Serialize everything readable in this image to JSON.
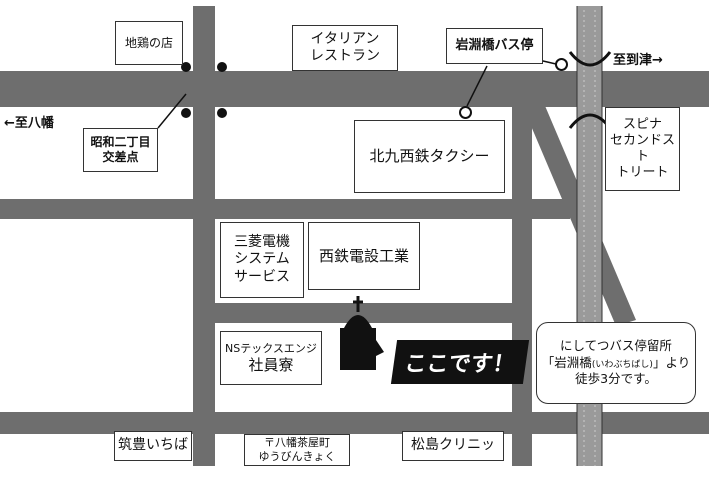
{
  "directions": {
    "yahata": "←至八幡",
    "tsu": "至到津→"
  },
  "landmarks": {
    "chikei_shop": "地鶏の店",
    "italian": "イタリアン\nレストラン",
    "bus_stop": "岩淵橋バス停",
    "intersection": "昭和二丁目\n交差点",
    "taxi": "北九西鉄タクシー",
    "spina": "スピナ\nセカンドスト\nトリート",
    "mitsubishi": "三菱電機\nシステム\nサービス",
    "nishitetsu_denki": "西鉄電設工業",
    "ns_tech_line1": "NSテックスエンジ",
    "ns_tech_line2": "社員寮",
    "chikuho": "筑豊いちば",
    "post_office_line1": "〒八幡茶屋町",
    "post_office_line2": "ゆうびんきょく",
    "matsushima": "松島クリニッ"
  },
  "here_label": "ここです！",
  "note": {
    "line1": "にしてつバス停留所",
    "line2_a": "「岩淵橋",
    "line2_small": "(いわぶちばし)",
    "line2_b": "」より",
    "line3": "徒歩3分です。"
  },
  "colors": {
    "road": "#6e6e6e",
    "building": "#111111"
  }
}
